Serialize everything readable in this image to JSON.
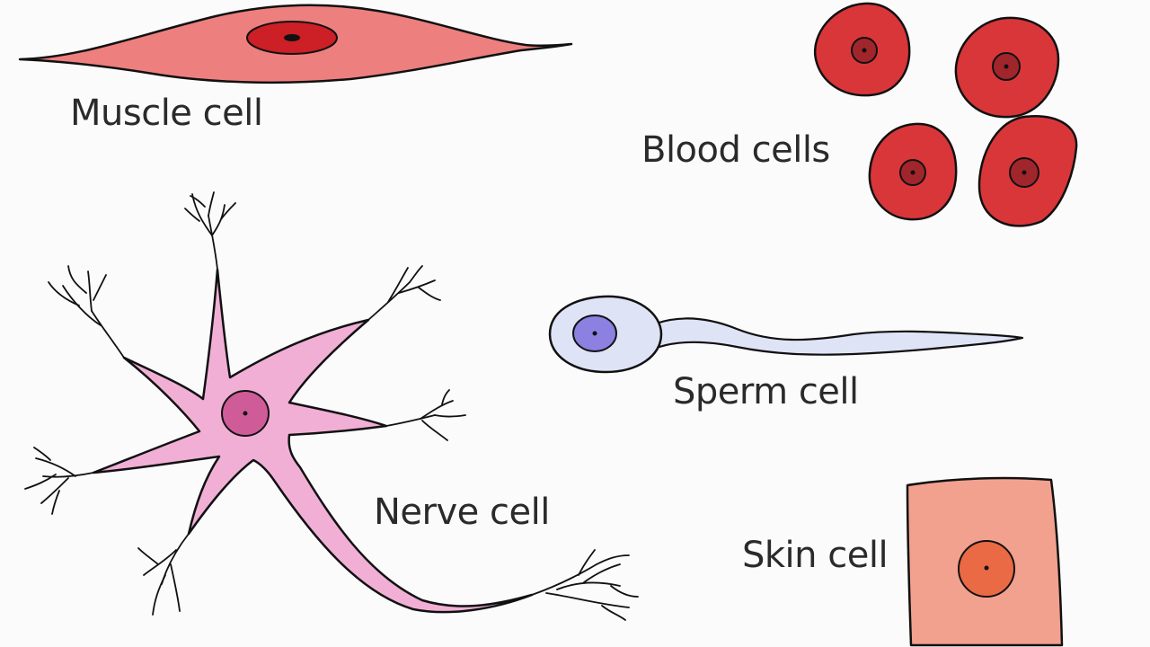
{
  "labels": {
    "muscle": "Muscle cell",
    "blood": "Blood cells",
    "sperm": "Sperm cell",
    "nerve": "Nerve cell",
    "skin": "Skin cell"
  },
  "colors": {
    "background": "#fbfbfb",
    "outline": "#111111",
    "muscle_fill": "#ee7f7f",
    "muscle_nucleus": "#cc1f26",
    "blood_fill": "#d9363a",
    "blood_nucleus": "#a0262b",
    "nerve_fill": "#f1afd6",
    "nerve_nucleus": "#cf5c98",
    "sperm_fill": "#dfe3f6",
    "sperm_nucleus": "#8c80e0",
    "skin_fill": "#f2a18e",
    "skin_nucleus": "#ea6a45"
  }
}
